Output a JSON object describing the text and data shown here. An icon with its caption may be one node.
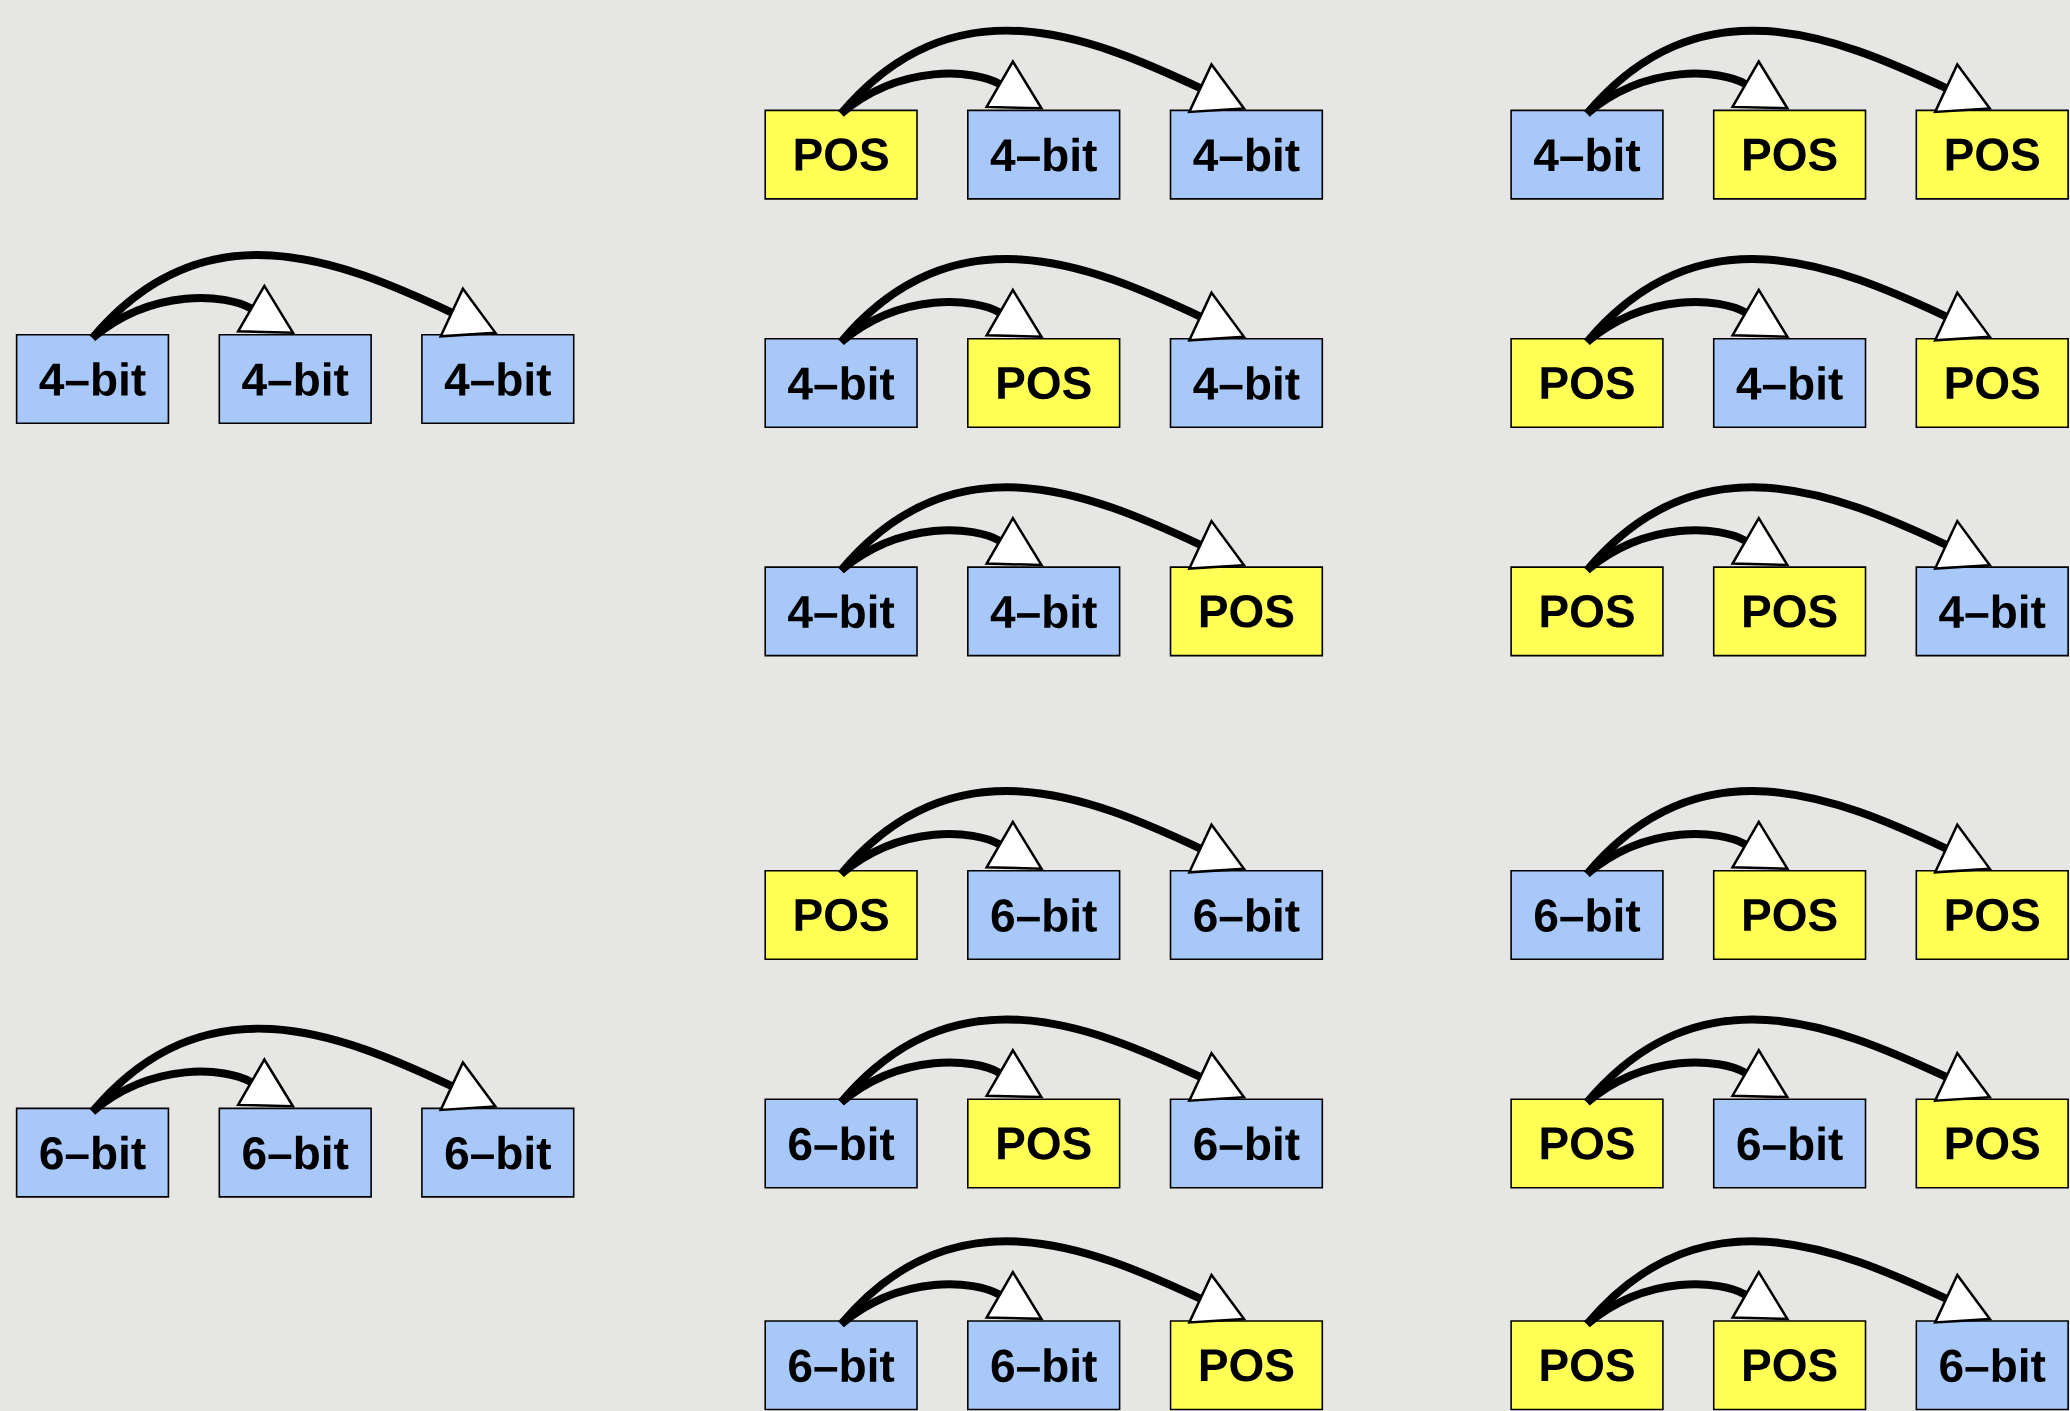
{
  "diagram": {
    "nodes": [
      {
        "text": [
          "POS"
        ]
      },
      {
        "text": [
          "4–bit"
        ]
      },
      {
        "text": [
          "4–bit"
        ]
      },
      {
        "text": [
          "4–bit"
        ]
      },
      {
        "text": [
          "POS"
        ]
      },
      {
        "text": [
          "POS"
        ]
      },
      {
        "text": [
          "4–bit"
        ]
      },
      {
        "text": [
          "4–bit"
        ]
      },
      {
        "text": [
          "4–bit"
        ]
      },
      {
        "text": [
          "4–bit"
        ]
      },
      {
        "text": [
          "POS"
        ]
      },
      {
        "text": [
          "4–bit"
        ]
      },
      {
        "text": [
          "POS"
        ]
      },
      {
        "text": [
          "4–bit"
        ]
      },
      {
        "text": [
          "POS"
        ]
      },
      {
        "text": [
          "4–bit"
        ]
      },
      {
        "text": [
          "4–bit"
        ]
      },
      {
        "text": [
          "POS"
        ]
      },
      {
        "text": [
          "POS"
        ]
      },
      {
        "text": [
          "POS"
        ]
      },
      {
        "text": [
          "4–bit"
        ]
      },
      {
        "text": [
          "POS"
        ]
      },
      {
        "text": [
          "6–bit"
        ]
      },
      {
        "text": [
          "6–bit"
        ]
      },
      {
        "text": [
          "6–bit"
        ]
      },
      {
        "text": [
          "POS"
        ]
      },
      {
        "text": [
          "POS"
        ]
      },
      {
        "text": [
          "6–bit"
        ]
      },
      {
        "text": [
          "6–bit"
        ]
      },
      {
        "text": [
          "6–bit"
        ]
      },
      {
        "text": [
          "6–bit"
        ]
      },
      {
        "text": [
          "POS"
        ]
      },
      {
        "text": [
          "6–bit"
        ]
      },
      {
        "text": [
          "POS"
        ]
      },
      {
        "text": [
          "6–bit"
        ]
      },
      {
        "text": [
          "POS"
        ]
      },
      {
        "text": [
          "6–bit"
        ]
      },
      {
        "text": [
          "6–bit"
        ]
      },
      {
        "text": [
          "POS"
        ]
      },
      {
        "text": [
          "POS"
        ]
      },
      {
        "text": [
          "POS"
        ]
      },
      {
        "text": [
          "6–bit"
        ]
      }
    ],
    "edges": [
      {
        "from": 0,
        "to": 1,
        "arrow": "to"
      },
      {
        "from": 0,
        "to": 2,
        "arrow": "to"
      },
      {
        "from": 3,
        "to": 4,
        "arrow": "to"
      },
      {
        "from": 3,
        "to": 5,
        "arrow": "to"
      },
      {
        "from": 6,
        "to": 7,
        "arrow": "to"
      },
      {
        "from": 6,
        "to": 8,
        "arrow": "to"
      },
      {
        "from": 9,
        "to": 10,
        "arrow": "to"
      },
      {
        "from": 9,
        "to": 11,
        "arrow": "to"
      },
      {
        "from": 12,
        "to": 13,
        "arrow": "to"
      },
      {
        "from": 12,
        "to": 14,
        "arrow": "to"
      },
      {
        "from": 15,
        "to": 16,
        "arrow": "to"
      },
      {
        "from": 15,
        "to": 17,
        "arrow": "to"
      },
      {
        "from": 18,
        "to": 19,
        "arrow": "to"
      },
      {
        "from": 18,
        "to": 20,
        "arrow": "to"
      },
      {
        "from": 21,
        "to": 22,
        "arrow": "to"
      },
      {
        "from": 21,
        "to": 23,
        "arrow": "to"
      },
      {
        "from": 24,
        "to": 25,
        "arrow": "to"
      },
      {
        "from": 24,
        "to": 26,
        "arrow": "to"
      },
      {
        "from": 27,
        "to": 28,
        "arrow": "to"
      },
      {
        "from": 27,
        "to": 29,
        "arrow": "to"
      },
      {
        "from": 30,
        "to": 31,
        "arrow": "to"
      },
      {
        "from": 30,
        "to": 32,
        "arrow": "to"
      },
      {
        "from": 33,
        "to": 34,
        "arrow": "to"
      },
      {
        "from": 33,
        "to": 35,
        "arrow": "to"
      },
      {
        "from": 36,
        "to": 37,
        "arrow": "to"
      },
      {
        "from": 36,
        "to": 38,
        "arrow": "to"
      },
      {
        "from": 39,
        "to": 40,
        "arrow": "to"
      },
      {
        "from": 39,
        "to": 41,
        "arrow": "to"
      }
    ]
  }
}
